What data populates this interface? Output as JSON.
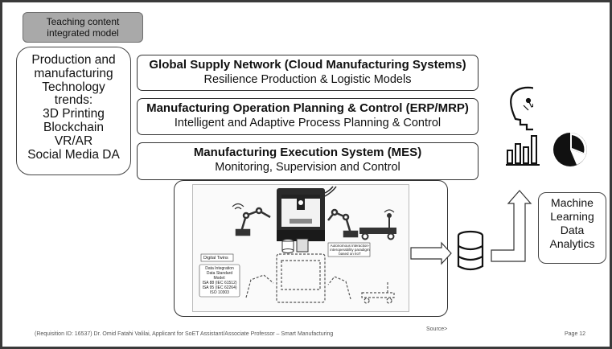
{
  "tag": {
    "line1": "Teaching content",
    "line2": "integrated model"
  },
  "trends": {
    "lines": [
      "Production and",
      "manufacturing",
      "Technology",
      "trends:",
      "3D Printing",
      "Blockchain",
      "VR/AR",
      "Social Media DA"
    ]
  },
  "layers": [
    {
      "title": "Global Supply Network (Cloud Manufacturing Systems)",
      "subtitle": "Resilience Production & Logistic Models"
    },
    {
      "title": "Manufacturing Operation Planning & Control (ERP/MRP)",
      "subtitle": "Intelligent and Adaptive Process Planning & Control"
    },
    {
      "title": "Manufacturing Execution System (MES)",
      "subtitle": "Monitoring, Supervision and Control"
    }
  ],
  "twin": {
    "digital_twins": "Digital Twins",
    "autonomous": "Autonomous interaction-interoperability paradigm based on IIoT",
    "integration_lines": [
      "Data Integration",
      "Data Standard Model:",
      "ISA 88 (IEC 61512)",
      "ISA 95 (IEC 62264)",
      "ISO 10303"
    ]
  },
  "ml": {
    "lines": [
      "Machine",
      "Learning",
      "Data",
      "Analytics"
    ]
  },
  "footer": {
    "text": "(Requisition ID: 16537)   Dr. Omid Fatahi Valilai, Applicant for SoET Assistant/Associate Professor – Smart Manufacturing",
    "source": "Source>",
    "page": "Page 12"
  },
  "icons": {
    "brain": "brain-circuit-icon",
    "bar": "bar-chart-icon",
    "pie": "pie-chart-icon",
    "database": "database-icon"
  }
}
